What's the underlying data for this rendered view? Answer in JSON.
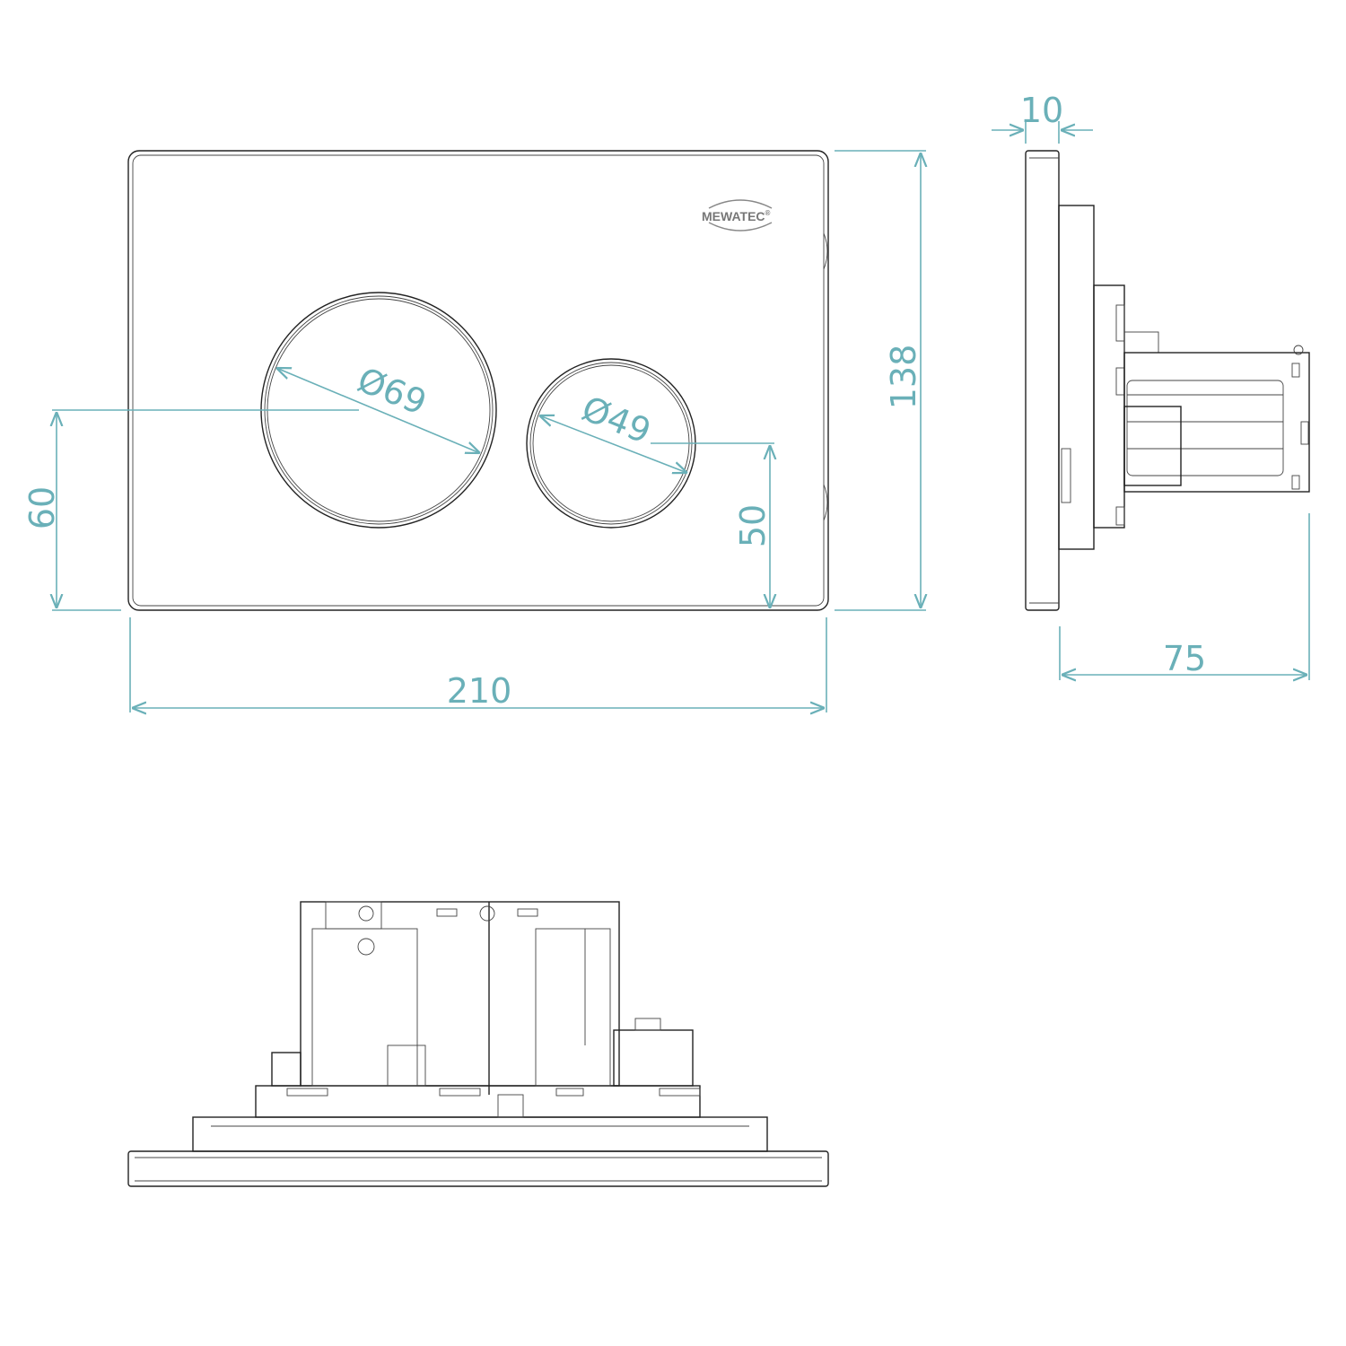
{
  "logo": {
    "text": "MEWATEC",
    "mark": "®"
  },
  "dimensions": {
    "width": "210",
    "height": "138",
    "large_button_diameter": "Ø69",
    "small_button_diameter": "Ø49",
    "large_button_height": "60",
    "small_button_height": "50",
    "plate_thickness": "10",
    "depth": "75"
  },
  "colors": {
    "dimension": "#6ab0b8",
    "outline": "#222222"
  }
}
